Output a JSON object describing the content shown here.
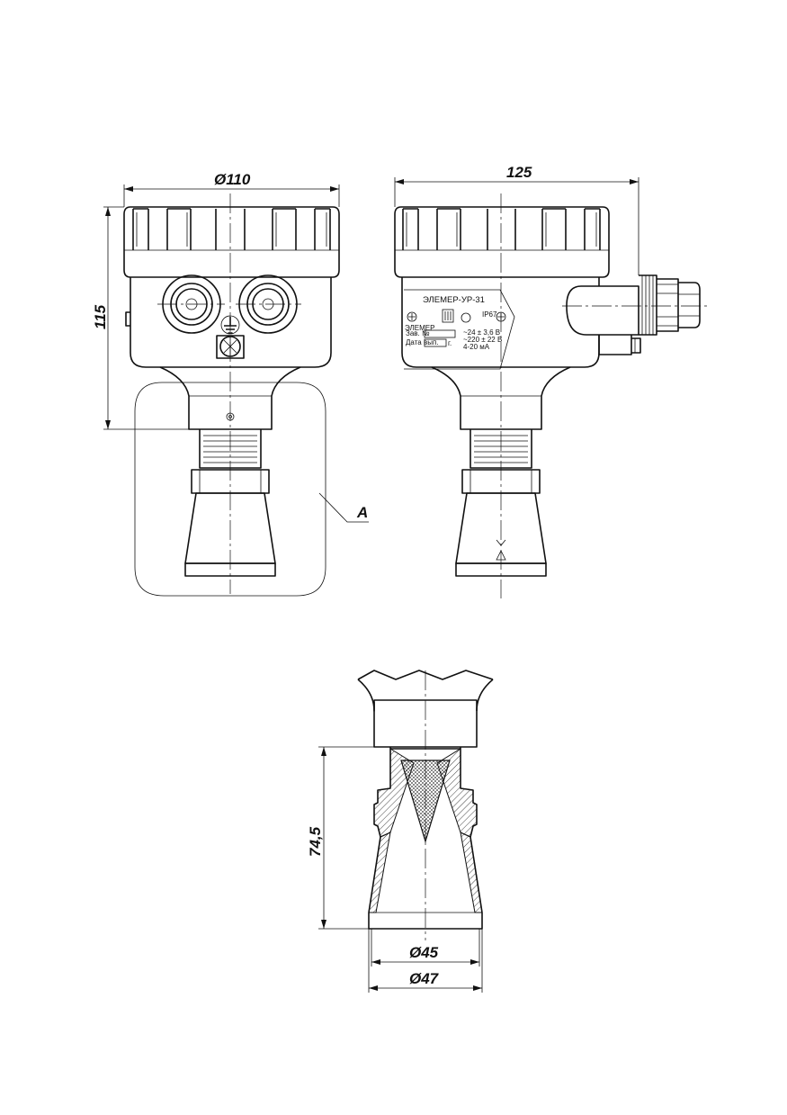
{
  "dimensions": {
    "front_width": "Ø110",
    "side_width": "125",
    "height": "115",
    "horn_length": "74,5",
    "horn_inner_dia": "Ø45",
    "horn_outer_dia": "Ø47"
  },
  "callout": "A",
  "nameplate": {
    "model": "ЭЛЕМЕР-УР-31",
    "ip_rating": "IP67",
    "serial_label": "Зав. №",
    "date_label": "Дата вып.",
    "year_suffix": "г.",
    "spec_line1": "~24 ± 3,6 В",
    "spec_line2": "~220 ± 22 В",
    "spec_line3": "4-20 мА",
    "maker": "ЭЛЕМЕР"
  }
}
